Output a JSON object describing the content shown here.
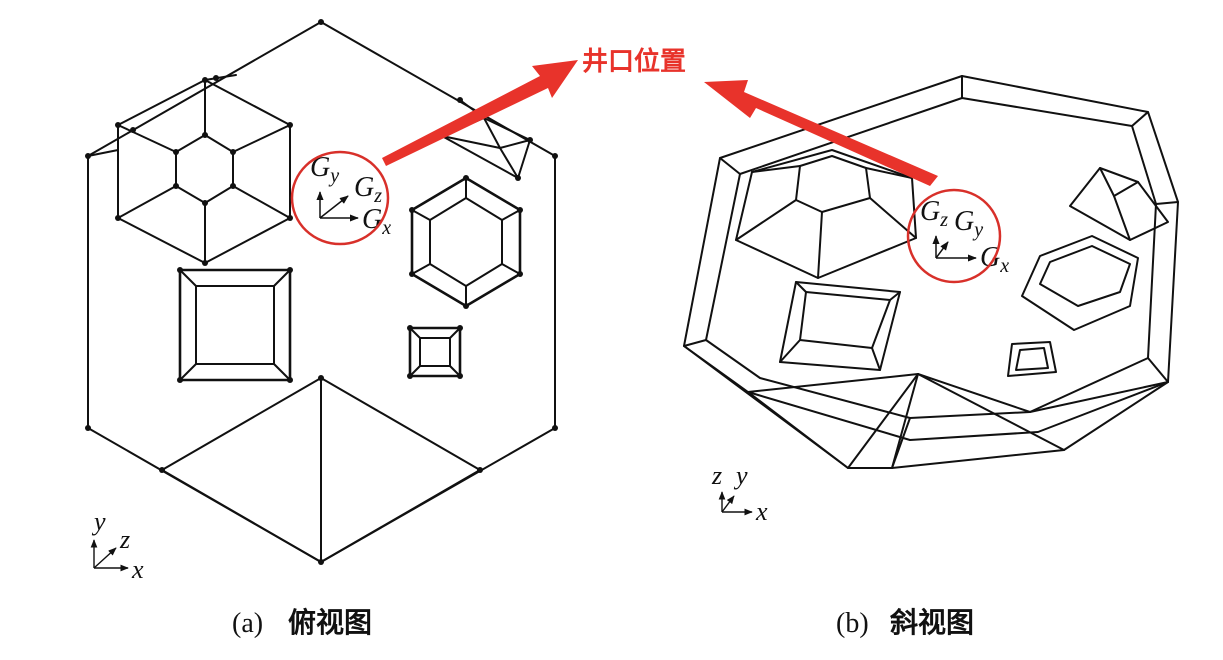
{
  "callout": {
    "label": "井口位置",
    "color": "#e8332b",
    "ring_color": "#d8302a"
  },
  "panel_a": {
    "caption_letter": "(a)",
    "caption_text": "俯视图",
    "grav_axes": {
      "y": "G",
      "y_sub": "y",
      "z": "G",
      "z_sub": "z",
      "x": "G",
      "x_sub": "x"
    },
    "coord_axes": {
      "y": "y",
      "z": "z",
      "x": "x"
    }
  },
  "panel_b": {
    "caption_letter": "(b)",
    "caption_text": "斜视图",
    "grav_axes": {
      "z": "G",
      "z_sub": "z",
      "y": "G",
      "y_sub": "y",
      "x": "G",
      "x_sub": "x"
    },
    "coord_axes": {
      "z": "z",
      "y": "y",
      "x": "x"
    }
  }
}
